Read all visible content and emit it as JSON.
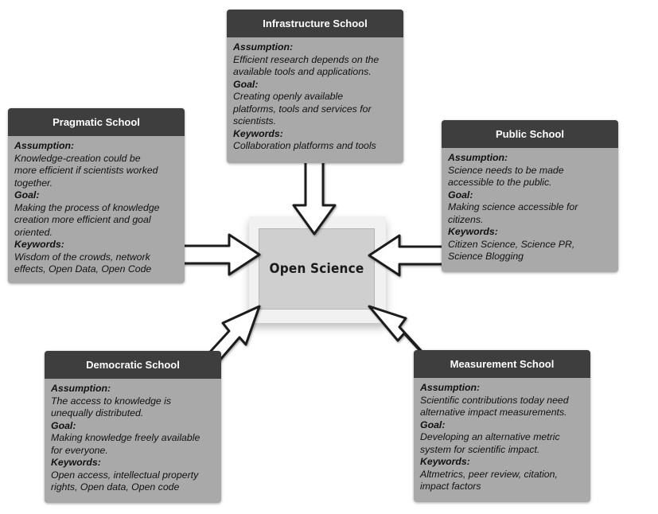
{
  "center": {
    "title": "Open Science"
  },
  "schools": {
    "infrastructure": {
      "title": "Infrastructure School",
      "assumption_label": "Assumption:",
      "assumption_lines": [
        "Efficient research depends on the",
        "available tools and applications."
      ],
      "goal_label": "Goal:",
      "goal_lines": [
        "Creating openly available",
        "platforms, tools and services for",
        "scientists."
      ],
      "keywords_label": "Keywords:",
      "keywords_lines": [
        "Collaboration platforms and tools"
      ]
    },
    "pragmatic": {
      "title": "Pragmatic School",
      "assumption_label": "Assumption:",
      "assumption_lines": [
        "Knowledge-creation could be",
        "more efficient if scientists worked",
        "together."
      ],
      "goal_label": "Goal:",
      "goal_lines": [
        "Making the process of knowledge",
        "creation more efficient and goal",
        "oriented."
      ],
      "keywords_label": "Keywords:",
      "keywords_lines": [
        "Wisdom of the crowds, network",
        "effects, Open Data, Open Code"
      ]
    },
    "public": {
      "title": "Public School",
      "assumption_label": "Assumption:",
      "assumption_lines": [
        "Science needs to be made",
        "accessible to the public."
      ],
      "goal_label": "Goal:",
      "goal_lines": [
        "Making science accessible for",
        "citizens."
      ],
      "keywords_label": "Keywords:",
      "keywords_lines": [
        "Citizen Science, Science PR,",
        "Science Blogging"
      ]
    },
    "democratic": {
      "title": "Democratic School",
      "assumption_label": "Assumption:",
      "assumption_lines": [
        "The access to knowledge is",
        "unequally distributed."
      ],
      "goal_label": "Goal:",
      "goal_lines": [
        "Making knowledge freely available",
        "for everyone."
      ],
      "keywords_label": "Keywords:",
      "keywords_lines": [
        "Open access, intellectual property",
        "rights, Open data, Open code"
      ]
    },
    "measurement": {
      "title": "Measurement School",
      "assumption_label": "Assumption:",
      "assumption_lines": [
        "Scientific contributions today need",
        "alternative impact measurements."
      ],
      "goal_label": "Goal:",
      "goal_lines": [
        "Developing an alternative metric",
        "system for scientific impact."
      ],
      "keywords_label": "Keywords:",
      "keywords_lines": [
        "Altmetrics, peer review, citation,",
        "impact factors"
      ]
    }
  }
}
